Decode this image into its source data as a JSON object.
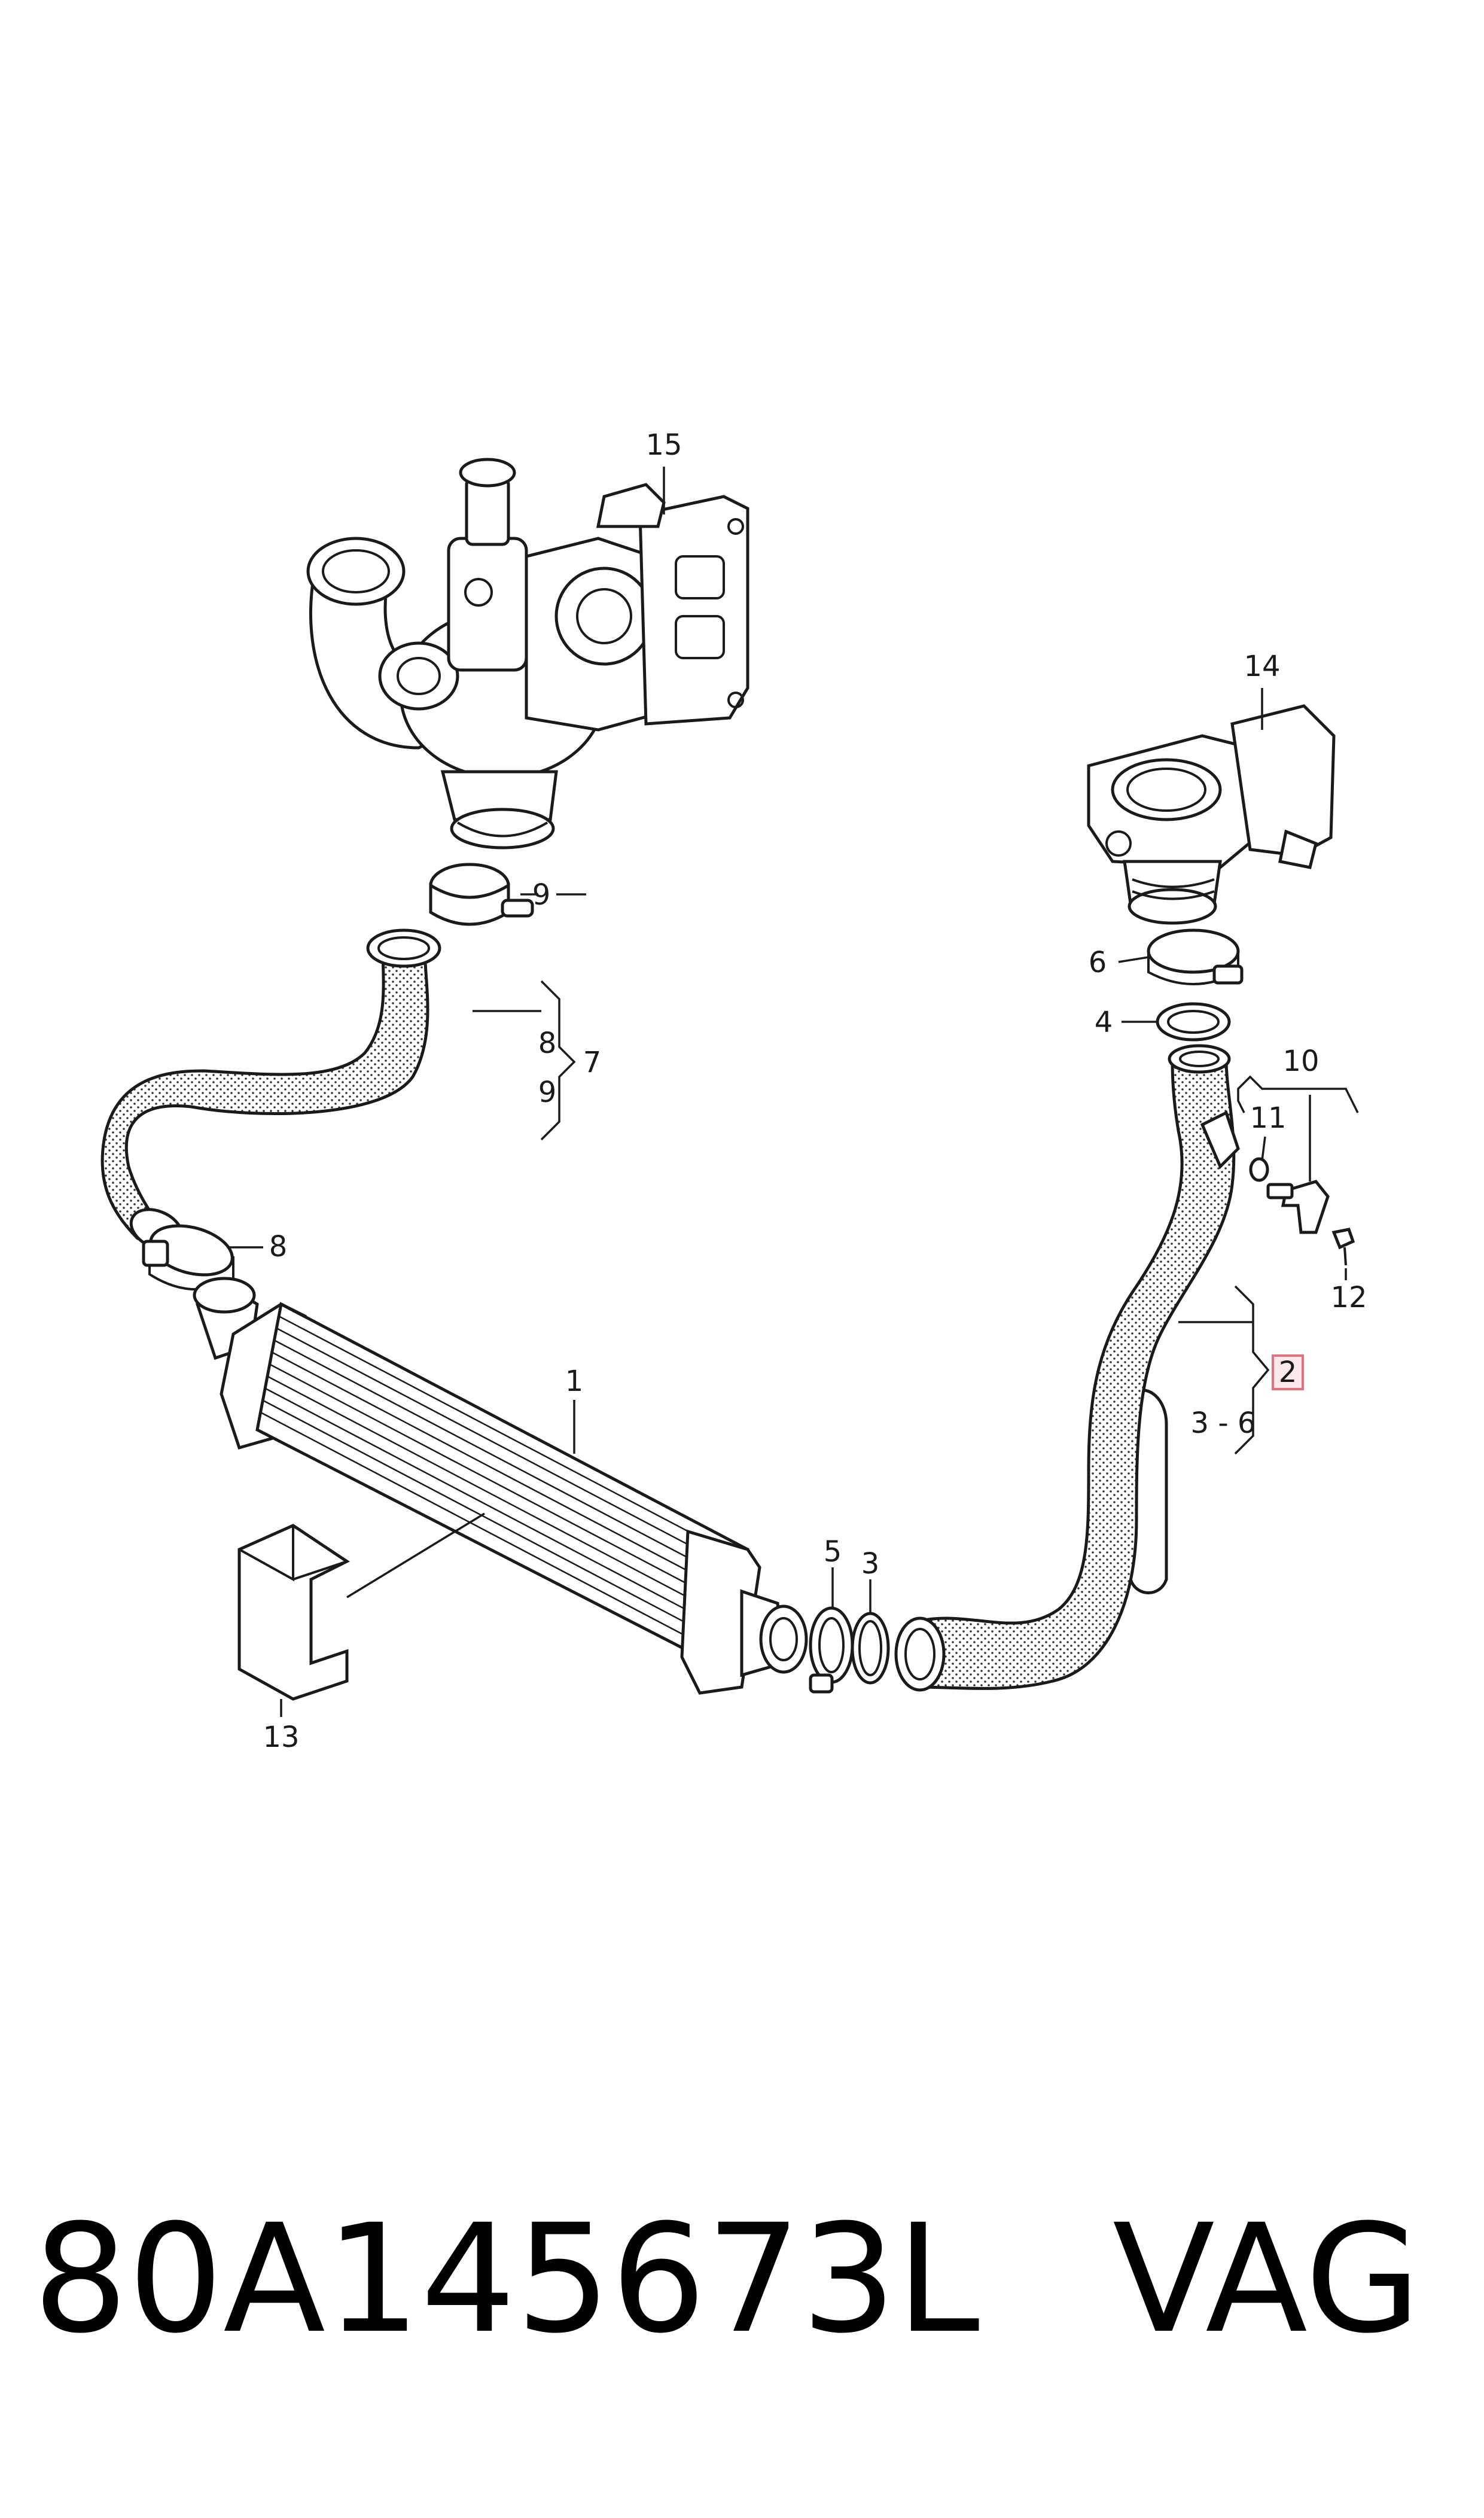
{
  "callouts": {
    "c1": "1",
    "c2": "2",
    "c3": "3",
    "c4": "4",
    "c5": "5",
    "c6": "6",
    "c7": "7",
    "c8_group": "8",
    "c8_clamp": "8",
    "c9_group": "9",
    "c9_clamp": "9",
    "c10": "10",
    "c11": "11",
    "c12": "12",
    "c13": "13",
    "c14": "14",
    "c15": "15",
    "range": "3 - 6"
  },
  "footer": {
    "part_number": "80A145673L",
    "brand": "VAG"
  },
  "colors": {
    "highlight_border": "#e0737f",
    "highlight_fill": "#fde8ea",
    "ink": "#1a1a1a"
  }
}
